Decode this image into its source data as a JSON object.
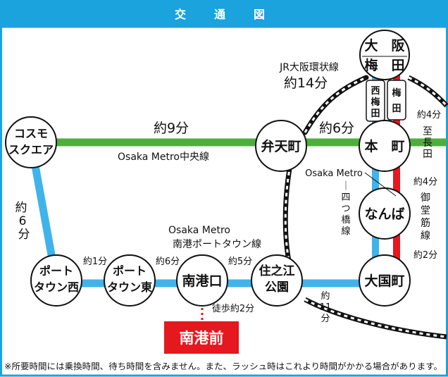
{
  "header": {
    "title": "交　通　図"
  },
  "colors": {
    "header_bg": "#1aa3dd",
    "frame": "#1aa3dd",
    "chuo_line": "#4daf3b",
    "yotsubashi_line": "#40b4ea",
    "midosuji_line": "#e5171f",
    "destination_bg": "#e5171f"
  },
  "stations": {
    "umeda": {
      "line1": "大　阪",
      "line2": "梅　田"
    },
    "cosmo": {
      "line1": "コスモ",
      "line2": "スクエア"
    },
    "bentencho": {
      "line1": "弁天町"
    },
    "hommachi": {
      "line1": "本　町"
    },
    "namba": {
      "line1": "なんば"
    },
    "daikokucho": {
      "line1": "大国町"
    },
    "porttown_nishi": {
      "line1": "ポート",
      "line2": "タウン西"
    },
    "porttown_higashi": {
      "line1": "ポート",
      "line2": "タウン東"
    },
    "nankoguchi": {
      "line1": "南港口"
    },
    "suminoekoen": {
      "line1": "住之江",
      "line2": "公園"
    },
    "nishi_umeda": [
      "西",
      "梅",
      "田"
    ],
    "umeda_small": [
      "梅",
      "田"
    ]
  },
  "destination": {
    "label": "南港前"
  },
  "labels": {
    "jr_loop_name": "JR大阪環状線",
    "jr_loop_time": "約14分",
    "chuo_time_left": "約9分",
    "chuo_time_right": "約6分",
    "chuo_name": "Osaka Metro中央線",
    "cosmo_porttown_time": [
      "約",
      "6",
      "分"
    ],
    "umeda_hommachi_time": "約4分",
    "to_sakaisuji": [
      "至",
      "長",
      "田"
    ],
    "yotsubashi_name_a": "Osaka Metro",
    "yotsubashi_name_b": [
      "｜",
      "四",
      "つ",
      "橋",
      "線"
    ],
    "midosuji_time_1": "約4分",
    "midosuji_name": [
      "御",
      "堂",
      "筋",
      "線"
    ],
    "midosuji_time_2": "約2分",
    "nanko_line_name_a": "Osaka Metro",
    "nanko_line_name_b": "南港ポートタウン線",
    "time_pw_pe": "約1分",
    "time_pe_nk": "約6分",
    "time_nk_se": "約5分",
    "time_se_dk": [
      "約",
      "11",
      "分"
    ],
    "walk_time": "徒歩約2分"
  },
  "footnote": "※所要時間には乗換時間、待ち時間を含みません。また、ラッシュ時はこれより時間がかかる場合があります。"
}
